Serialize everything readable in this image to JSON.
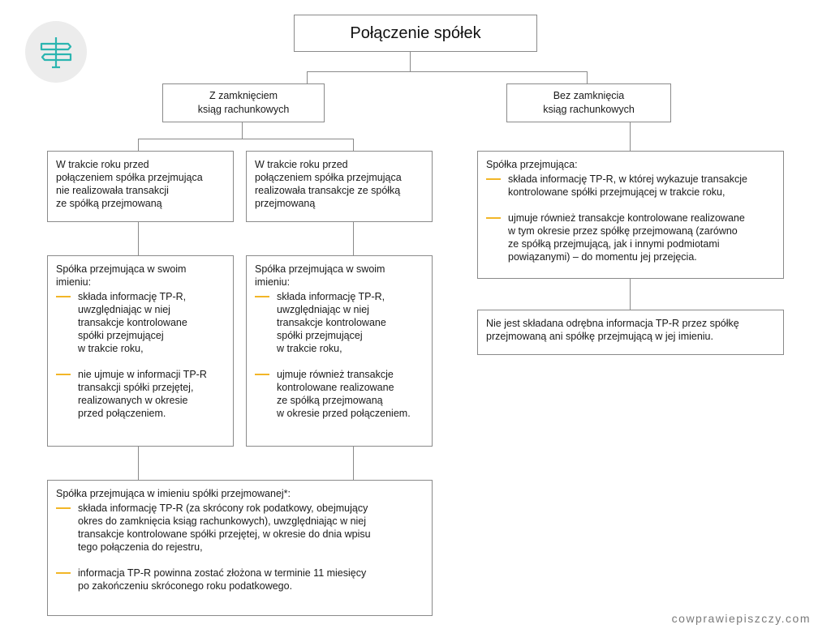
{
  "title": "Połączenie spółek",
  "categories": {
    "with_closing": "Z zamknięciem\nksiąg rachunkowych",
    "without_closing": "Bez zamknięcia\nksiąg rachunkowych"
  },
  "conditions": {
    "no_transactions": "W trakcie roku przed\npołączeniem spółka przejmująca\nnie realizowała transakcji\nze spółką przejmowaną",
    "with_transactions": "W trakcie roku przed\npołączeniem spółka przejmująca\nrealizowała transakcje ze spółką\nprzejmowaną"
  },
  "left_own": {
    "heading": "Spółka przejmująca w swoim\nimieniu:",
    "items": [
      "składa informację TP-R,\nuwzględniając w niej\ntransakcje kontrolowane\nspółki przejmującej\nw trakcie roku,",
      "nie ujmuje w informacji TP-R\ntransakcji spółki przejętej,\nrealizowanych w okresie\nprzed połączeniem."
    ]
  },
  "mid_own": {
    "heading": "Spółka przejmująca w swoim\nimieniu:",
    "items": [
      "składa informację TP-R,\nuwzględniając w niej\ntransakcje kontrolowane\nspółki przejmującej\nw trakcie roku,",
      "ujmuje również transakcje\nkontrolowane realizowane\nze spółką przejmowaną\nw okresie przed połączeniem."
    ]
  },
  "acquired_name": {
    "heading": "Spółka przejmująca w imieniu spółki przejmowanej*:",
    "items": [
      "składa informację TP-R (za skrócony rok podatkowy, obejmujący\nokres do zamknięcia ksiąg rachunkowych), uwzględniając w niej\ntransakcje kontrolowane spółki przejętej, w okresie do dnia wpisu\ntego połączenia do rejestru,",
      "informacja TP-R powinna zostać złożona w terminie 11 miesięcy\npo zakończeniu skróconego roku podatkowego."
    ]
  },
  "right_acquirer": {
    "heading": "Spółka przejmująca:",
    "items": [
      "składa informację TP-R, w której wykazuje transakcje\nkontrolowane spółki przejmującej w trakcie roku,",
      "ujmuje również transakcje kontrolowane realizowane\nw tym okresie przez spółkę przejmowaną (zarówno\nze spółką przejmującą, jak i innymi podmiotami\npowiązanymi) – do momentu jej przejęcia."
    ]
  },
  "right_note": "Nie jest składana odrębna informacja TP-R przez spółkę\nprzejmowaną ani spółkę przejmującą w jej imieniu.",
  "footer": "cowprawiepiszczy.com",
  "colors": {
    "accent": "#f2b627",
    "logo_teal": "#2bb5b0",
    "border": "#8a8a8a"
  }
}
